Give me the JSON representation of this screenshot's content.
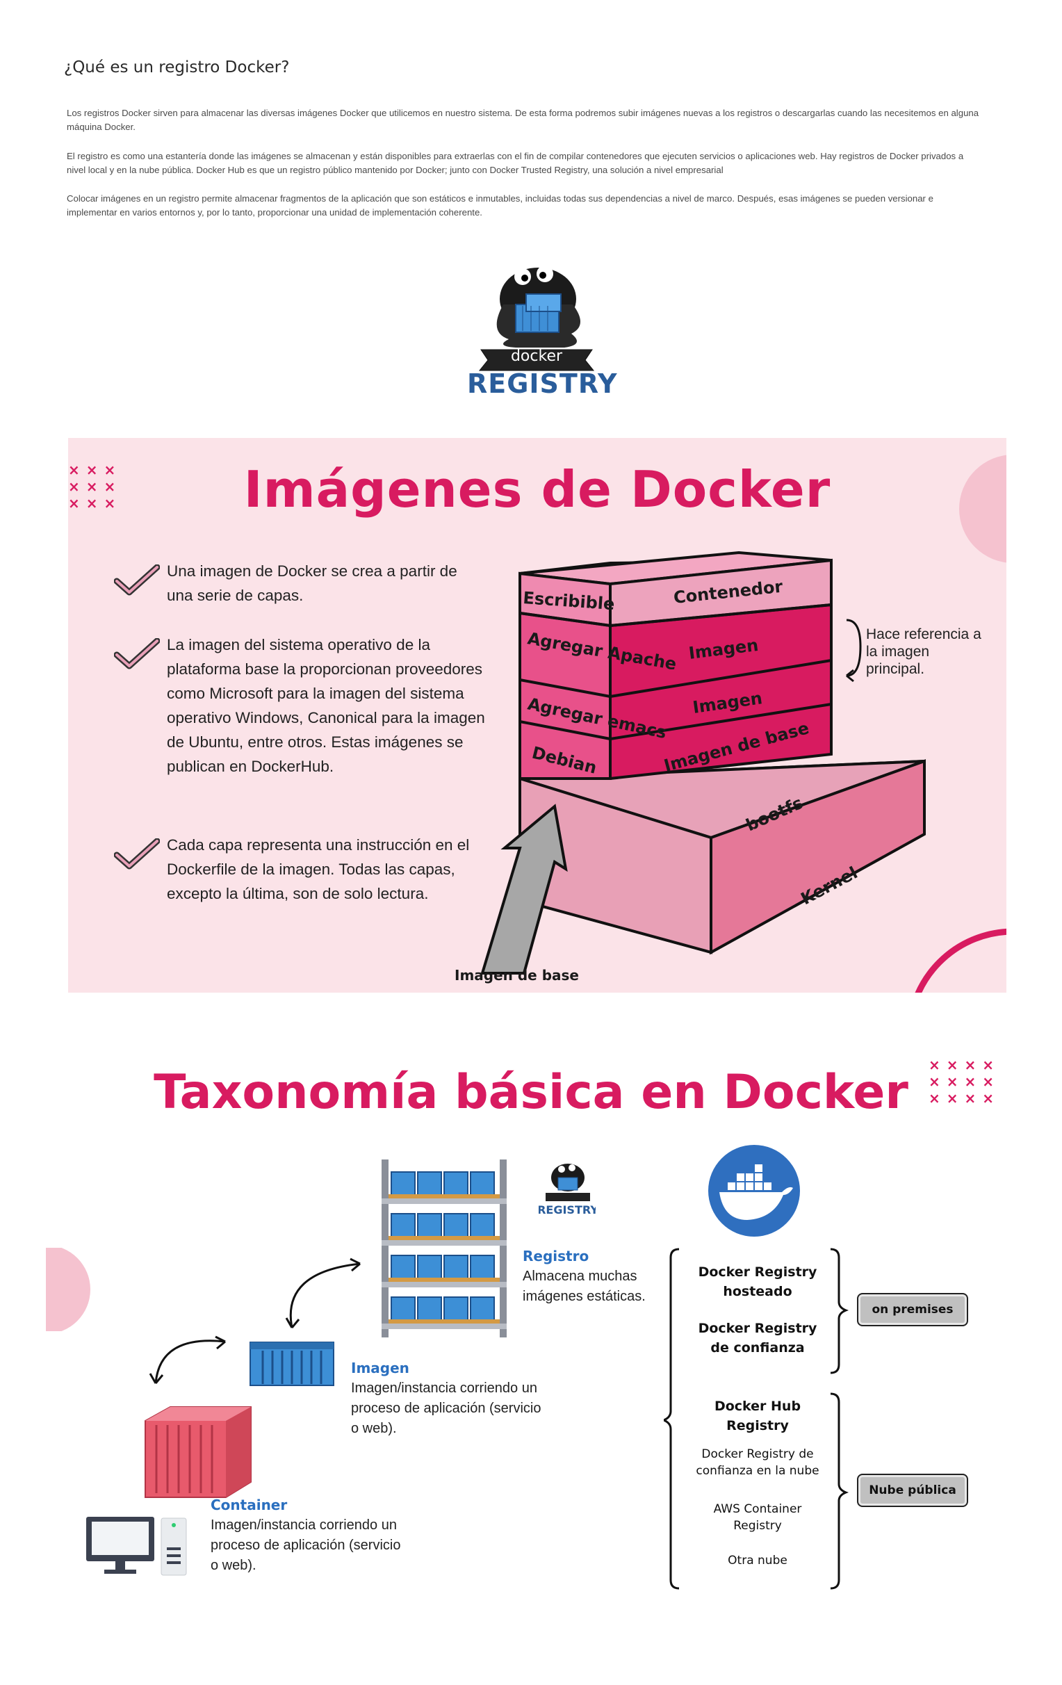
{
  "page": {
    "title": "¿Qué es un registro Docker?",
    "paragraphs": [
      "Los registros Docker sirven para almacenar las diversas imágenes Docker que utilicemos en nuestro sistema. De esta forma podremos subir imágenes nuevas a los registros o descargarlas cuando las necesitemos en alguna máquina Docker.",
      "El registro es como una estantería donde las imágenes se almacenan y están disponibles para extraerlas con el fin de compilar contenedores que ejecuten servicios o aplicaciones web. Hay registros de Docker privados a nivel local y en la nube pública. Docker Hub es que un registro público mantenido por Docker; junto con Docker Trusted Registry, una solución a nivel empresarial",
      "Colocar imágenes en un registro permite almacenar fragmentos de la aplicación que son estáticos e inmutables, incluidas todas sus dependencias a nivel de marco. Después, esas imágenes se pueden versionar e implementar en varios entornos y, por lo tanto, proporcionar una unidad de implementación coherente."
    ]
  },
  "logo": {
    "top_text": "docker",
    "bottom_text": "REGISTRY"
  },
  "images_infographic": {
    "title": "Imágenes de Docker",
    "bullets": [
      "Una imagen de Docker se crea a partir de una serie de capas.",
      "La imagen del sistema operativo de la plataforma base la proporcionan proveedores como Microsoft para la imagen del sistema operativo Windows, Canonical para la imagen de Ubuntu, entre otros. Estas imágenes se publican en DockerHub.",
      "Cada capa representa una instrucción en el Dockerfile de la imagen. Todas las capas, excepto la última, son de solo lectura."
    ],
    "left_labels": [
      "Escribible",
      "Agregar Apache",
      "Agregar emacs",
      "Debian"
    ],
    "layers": [
      "Contenedor",
      "Imagen",
      "Imagen",
      "Imagen de base"
    ],
    "base_labels": [
      "bootfs",
      "Kernel"
    ],
    "side_note": "Hace referencia a la imagen principal.",
    "arrow_label": "Imagen de base",
    "colors": {
      "accent": "#d81b60",
      "background": "#fbe3e8"
    }
  },
  "taxonomy_infographic": {
    "title": "Taxonomía básica en Docker",
    "registro": {
      "heading": "Registro",
      "description": "Almacena muchas imágenes estáticas."
    },
    "imagen": {
      "heading": "Imagen",
      "description": "Imagen/instancia corriendo un proceso de aplicación (servicio o web)."
    },
    "container": {
      "heading": "Container",
      "description": "Imagen/instancia corriendo un proceso de aplicación (servicio o web)."
    },
    "registry_types": {
      "hosted": "Docker Registry hosteado",
      "trusted": "Docker Registry de confianza",
      "hub": "Docker Hub Registry",
      "cloud_trusted": "Docker Registry de confianza en la nube",
      "aws": "AWS Container Registry",
      "other": "Otra nube"
    },
    "tags": {
      "on_premises": "on premises",
      "public_cloud": "Nube pública"
    }
  }
}
